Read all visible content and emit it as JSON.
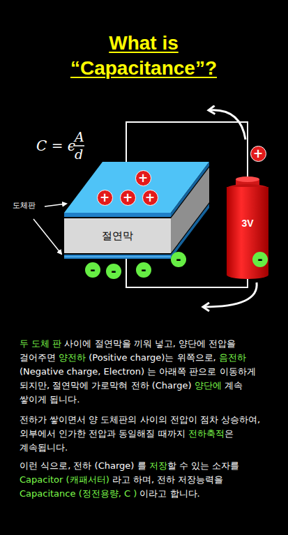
{
  "diagram": {
    "title": "What is “Capacitance”?",
    "nodes": [
      {
        "text": [
          "+"
        ]
      },
      {
        "text": [
          "+"
        ]
      },
      {
        "text": [
          "+"
        ]
      },
      {
        "text": [
          "+"
        ]
      },
      {
        "text": [
          "+"
        ]
      },
      {
        "text": [
          "3V"
        ]
      },
      {
        "text": [
          "절연막"
        ]
      },
      {
        "text": [
          "-"
        ]
      },
      {
        "text": [
          "-"
        ]
      },
      {
        "text": [
          "-"
        ]
      },
      {
        "text": [
          "-"
        ]
      },
      {
        "text": [
          "-"
        ]
      }
    ],
    "labels": [
      "C = ϵ",
      "A",
      "d",
      "도체판",
      "두 도체 판 사이에 절연막을 끼워 넣고, 양단에 전압을 걸어주면 양전하 (Positive charge)는 위쪽으로, 음전하 (Negative charge, Electron) 는 아래쪽 판으로 이동하게 되지만, 절연막에 가로막혀 전하 (Charge) 양단에 계속 쌓이게 됩니다.",
      "전하가 쌓이면서 양 도체판의 사이의 전압이 점차 상승하여, 외부에서 인가한 전압과 동일해질 때까지 전하축적은 계속됩니다.",
      "이런 식으로, 전하 (Charge) 를 저장할 수 있는 소자를 Capacitor (캐패서터) 라고 하며, 전하 저장능력을 Capacitance (정전용량, C ) 이라고 합니다."
    ]
  }
}
